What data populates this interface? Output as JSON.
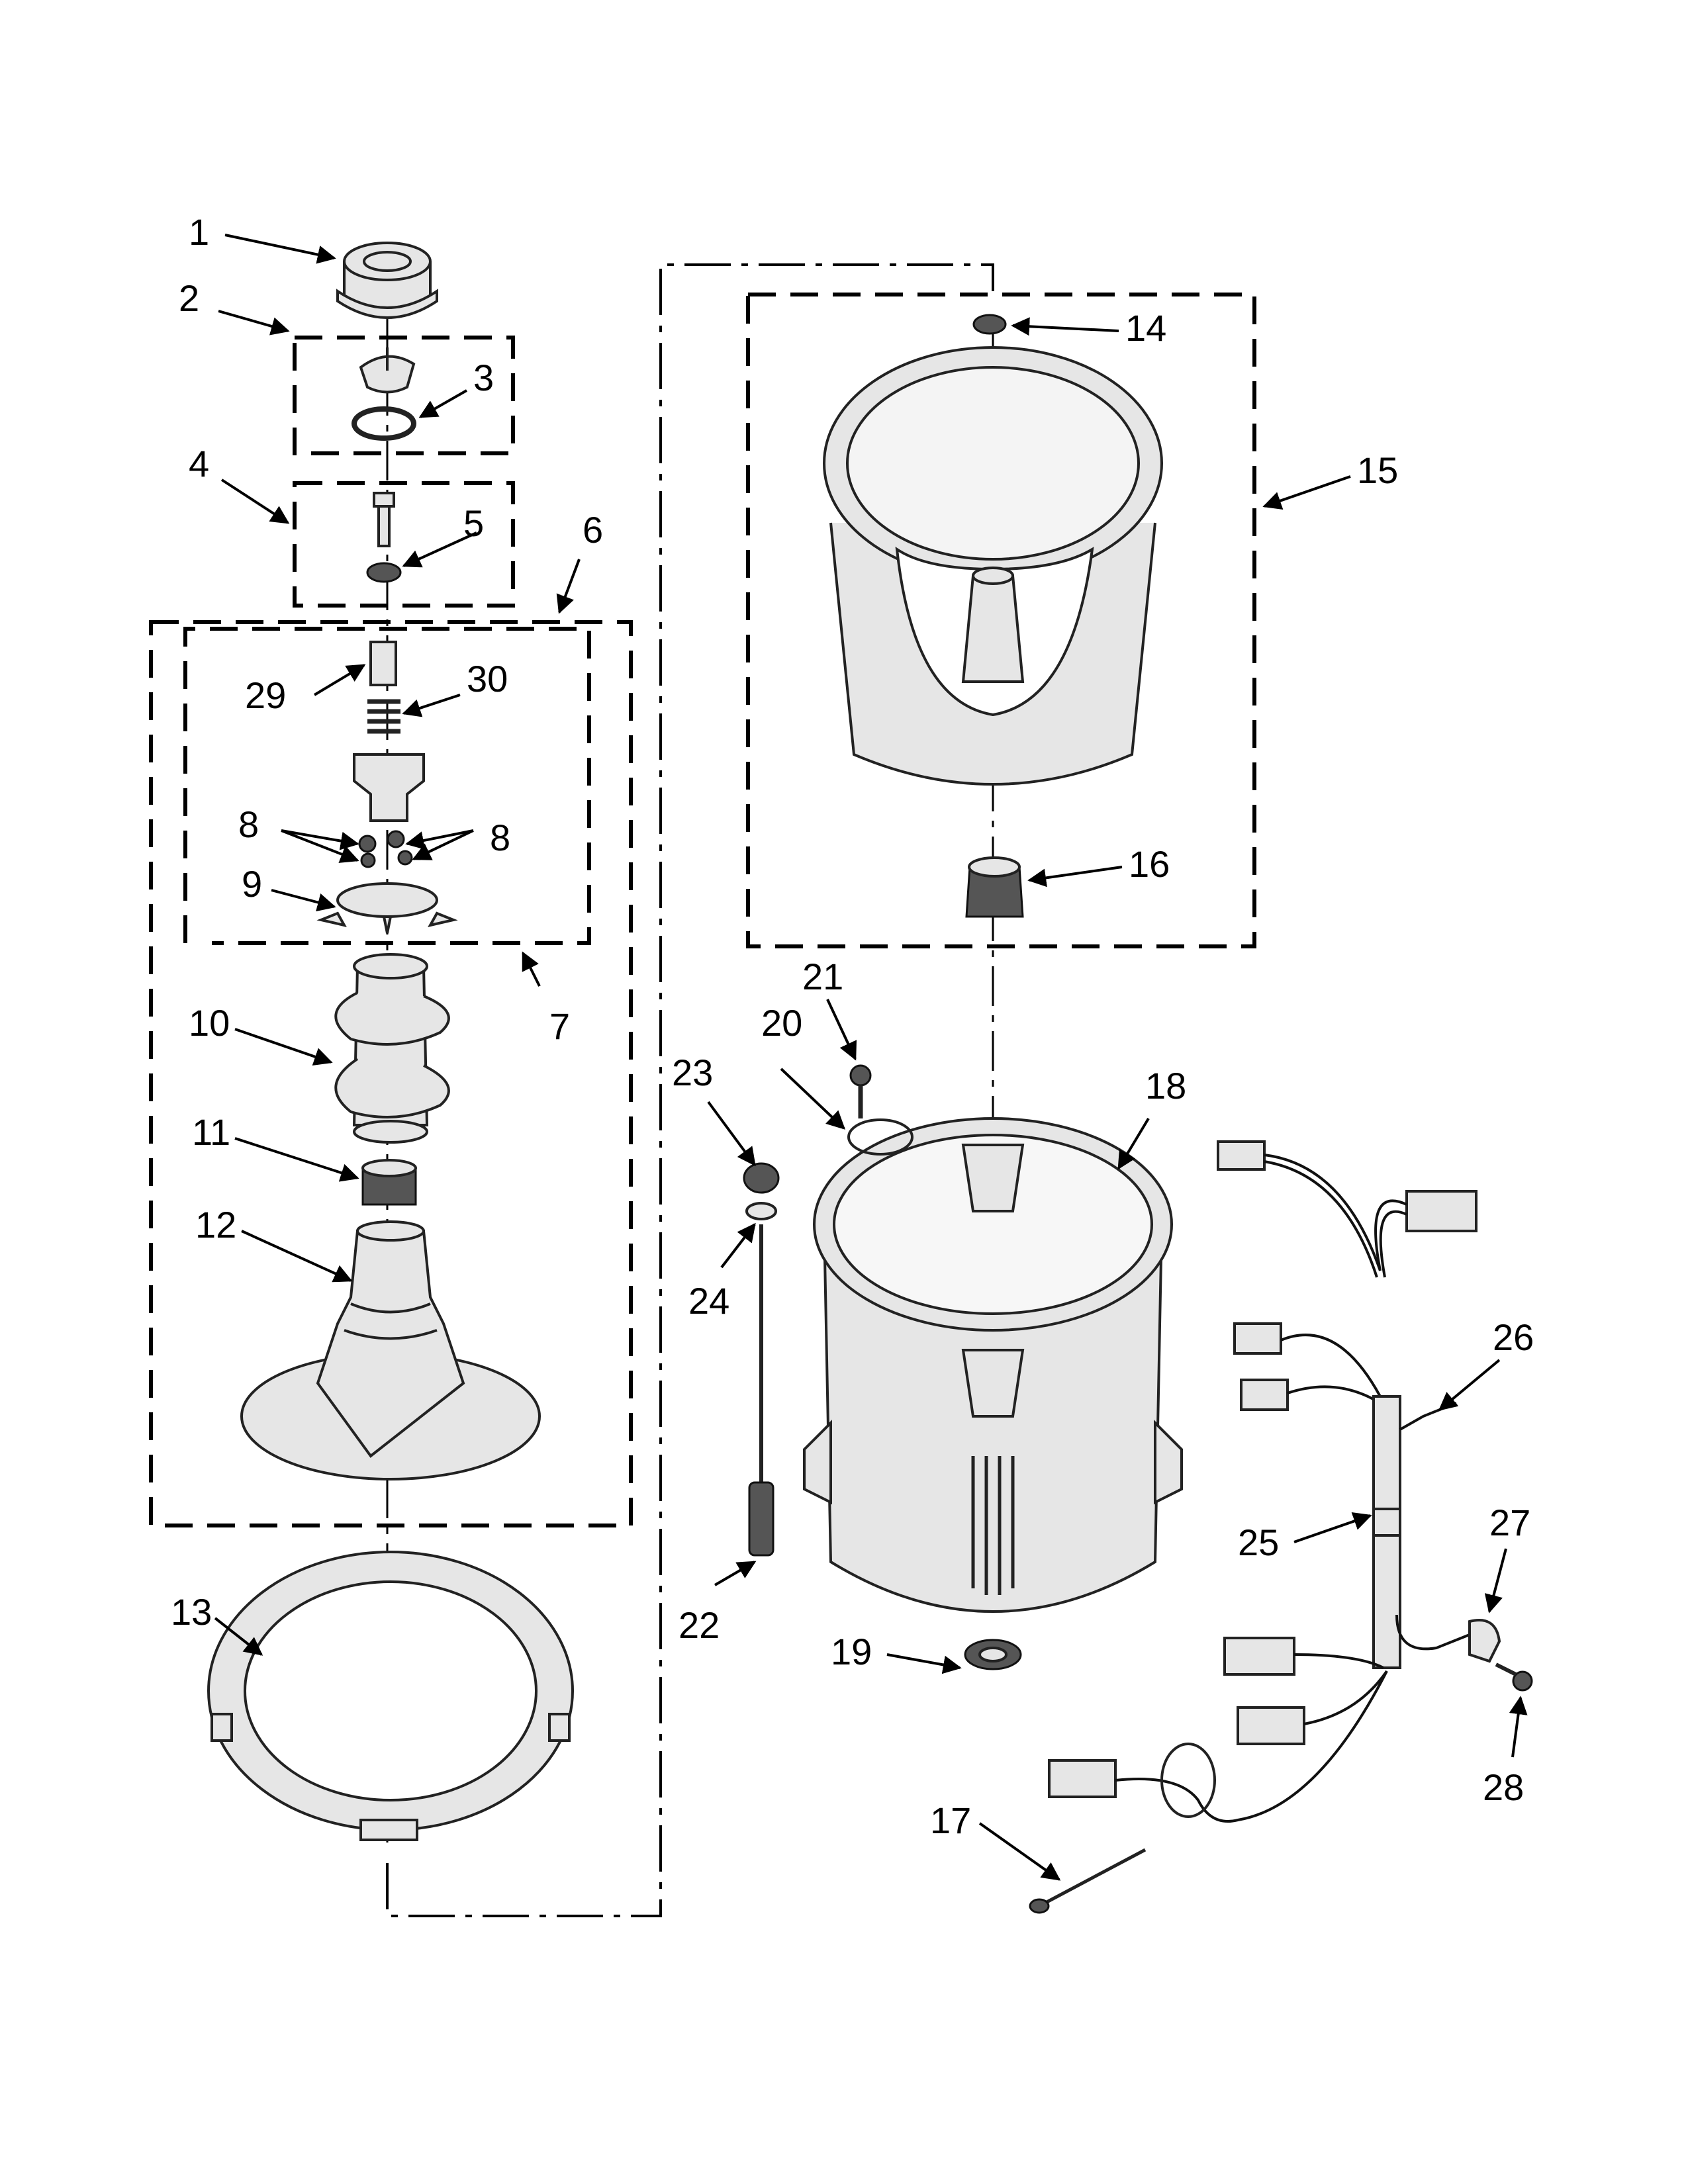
{
  "labels": {
    "p1": "1",
    "p2": "2",
    "p3": "3",
    "p4": "4",
    "p5": "5",
    "p6": "6",
    "p7": "7",
    "p8a": "8",
    "p8b": "8",
    "p9": "9",
    "p10": "10",
    "p11": "11",
    "p12": "12",
    "p13": "13",
    "p14": "14",
    "p15": "15",
    "p16": "16",
    "p17": "17",
    "p18": "18",
    "p19": "19",
    "p20": "20",
    "p21": "21",
    "p22": "22",
    "p23": "23",
    "p24": "24",
    "p25": "25",
    "p26": "26",
    "p27": "27",
    "p28": "28",
    "p29": "29",
    "p30": "30"
  }
}
